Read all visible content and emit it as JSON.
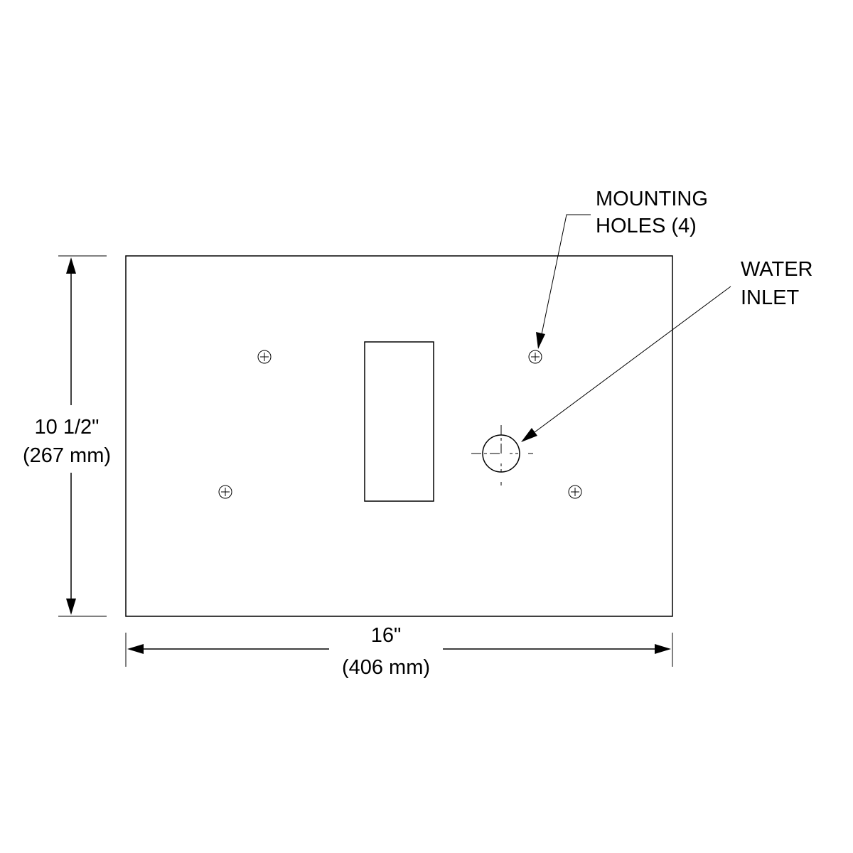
{
  "dimensions": {
    "height": {
      "imperial": "10 1/2\"",
      "metric": "(267 mm)"
    },
    "width": {
      "imperial": "16\"",
      "metric": "(406 mm)"
    }
  },
  "callouts": {
    "mounting_holes": {
      "line1": "MOUNTING",
      "line2": "HOLES (4)"
    },
    "water_inlet": {
      "line1": "WATER",
      "line2": "INLET"
    }
  }
}
